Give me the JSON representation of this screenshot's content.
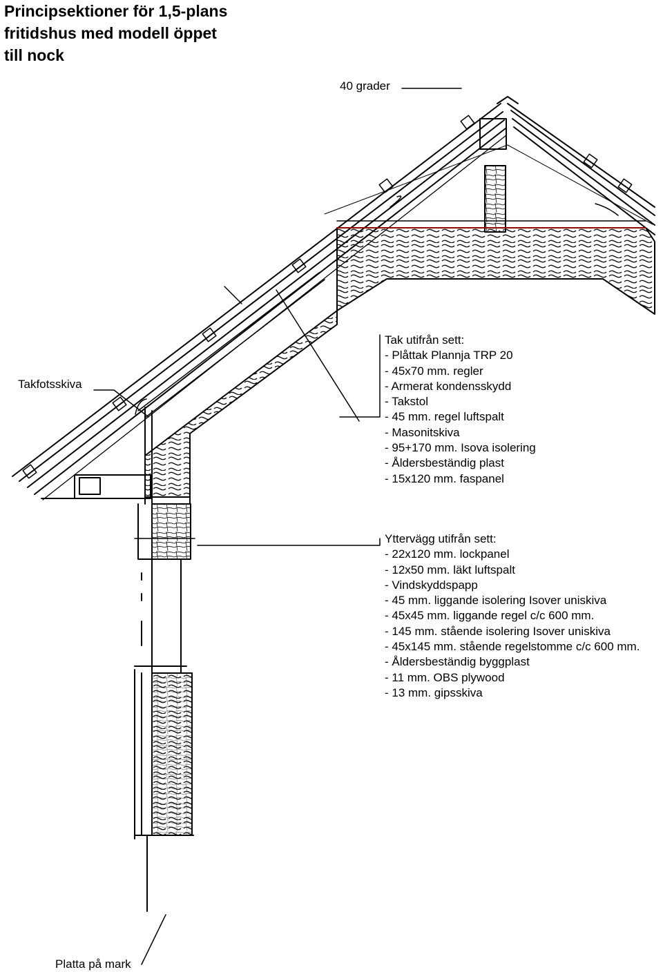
{
  "title": {
    "lines": [
      "Principsektioner för 1,5-plans",
      "fritidshus med modell öppet",
      "till nock"
    ]
  },
  "labels": {
    "angle": "40 grader",
    "eave": "Takfotsskiva",
    "foundation": "Platta på mark"
  },
  "roof_spec": {
    "heading": "Tak utifrån sett:",
    "items": [
      "- Plåttak Plannja TRP 20",
      "- 45x70 mm. regler",
      "- Armerat kondensskydd",
      "- Takstol",
      "- 45 mm. regel luftspalt",
      "- Masonitskiva",
      "- 95+170 mm. Isova isolering",
      "- Åldersbeständig plast",
      "- 15x120 mm. faspanel"
    ]
  },
  "wall_spec": {
    "heading": "Yttervägg utifrån sett:",
    "items": [
      "- 22x120 mm. lockpanel",
      "- 12x50 mm. läkt luftspalt",
      "- Vindskyddspapp",
      "- 45 mm. liggande isolering Isover uniskiva",
      "- 45x45 mm. liggande regel c/c 600 mm.",
      "- 145 mm. stående isolering Isover uniskiva",
      "- 45x145 mm. stående regelstomme c/c 600 mm.",
      "- Åldersbeständig byggplast",
      "- 11 mm. OBS plywood",
      "- 13 mm. gipsskiva"
    ]
  }
}
